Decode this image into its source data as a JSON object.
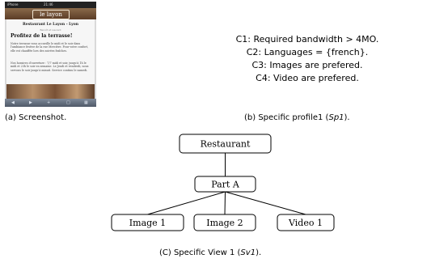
{
  "screenshot": {
    "status_left": "iPhone",
    "status_time": "21:46",
    "logo": "le layon",
    "restaurant_title": "Restaurant Le Layon - Lyon",
    "subtitle": "Benoît et Laurent",
    "heading": "Profitez de la terrasse!",
    "paragraph1": "Notre terrasse vous accueille le midi et le soir dans l'ambiance festive de la rue Mercière. Pour votre confort, elle est chauffée lors des soirées fraîches.",
    "paragraph2": "Nos horaires d'ouverture : 7/7 midi et soir, jusqu'à 1h le midi et 23h le soir en semaine. Le Jeudi et vendredi, nous servons le soir jusqu'à minuit. Service continu le samedi."
  },
  "captions": {
    "a": "(a) Screenshot.",
    "b_prefix": "(b) Specific profile1 (",
    "b_italic": "Sp1",
    "b_suffix": ").",
    "c_prefix": "(C) Specific View 1 (",
    "c_italic": "Sv1",
    "c_suffix": ")."
  },
  "profile": {
    "conditions": [
      "C1: Required bandwidth > 4MO.",
      "C2: Languages = {french}.",
      "C3: Images are prefered.",
      "C4: Video are prefered."
    ]
  },
  "view_tree": {
    "root": "Restaurant",
    "child": "Part A",
    "leaves": [
      "Image 1",
      "Image 2",
      "Video 1"
    ]
  }
}
